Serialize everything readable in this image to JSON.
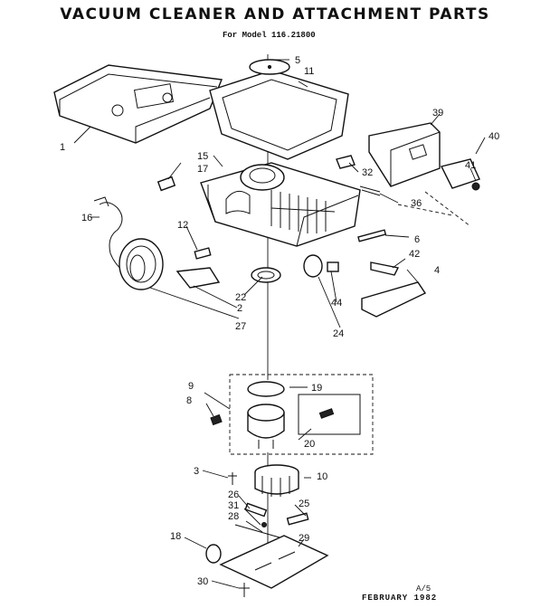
{
  "title": "VACUUM CLEANER AND ATTACHMENT PARTS",
  "subtitle": "For Model 116.21800",
  "footer": {
    "code": "A/5",
    "date": "FEBRUARY 1982"
  },
  "callouts": [
    "1",
    "2",
    "3",
    "4",
    "5",
    "6",
    "8",
    "9",
    "10",
    "11",
    "12",
    "15",
    "16",
    "17",
    "18",
    "19",
    "20",
    "22",
    "24",
    "25",
    "26",
    "27",
    "28",
    "29",
    "30",
    "31",
    "32",
    "36",
    "39",
    "40",
    "41",
    "42",
    "44"
  ]
}
